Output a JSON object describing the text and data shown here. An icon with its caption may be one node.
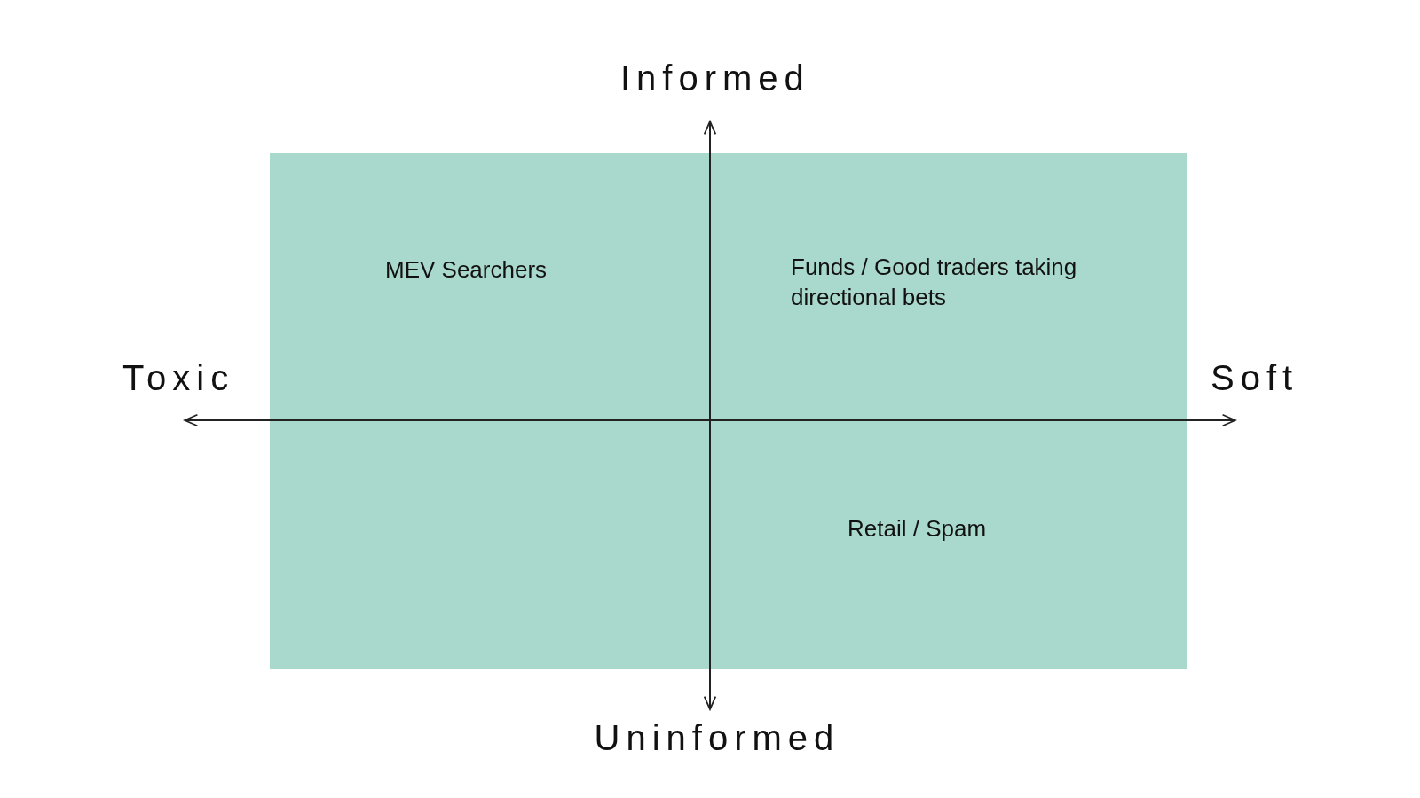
{
  "diagram": {
    "labels": [
      "Informed",
      "MEV Searchers",
      "Funds / Good traders taking directional bets",
      "Toxic",
      "Soft",
      "Retail / Spam",
      "Uninformed"
    ]
  }
}
